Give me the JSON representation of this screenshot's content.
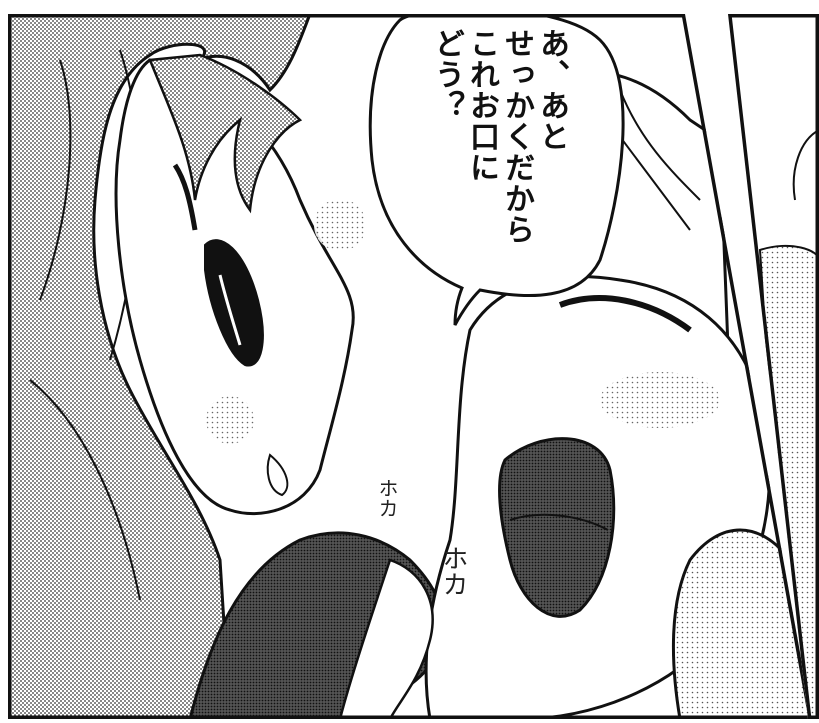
{
  "balloon": {
    "lines": [
      "あ、あと",
      "せっかくだから",
      "これお口に",
      "どう？"
    ]
  },
  "sfx": {
    "left": "ホカ",
    "right": "ホカ"
  }
}
